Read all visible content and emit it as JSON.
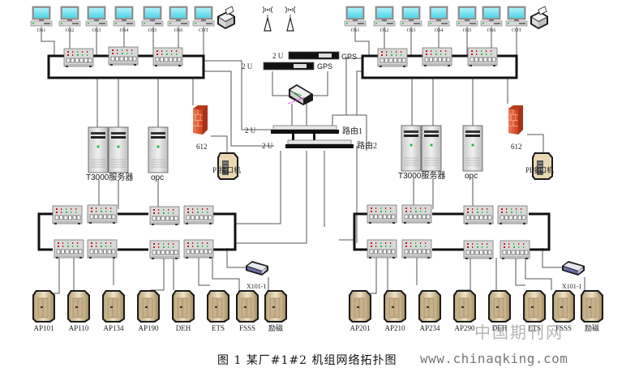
{
  "diagram": {
    "caption": "图 1 某厂#1#2 机组网络拓扑图",
    "watermark_url": "www.chinaqking.com",
    "watermark_cn": "中国期刊网",
    "center": {
      "gps_units": [
        {
          "rack_label": "2 U",
          "name": "GPS"
        },
        {
          "rack_label": "2 U",
          "name": "GPS"
        }
      ],
      "routers": [
        {
          "rack_label": "2 U",
          "name": "路由1"
        },
        {
          "rack_label": "2 U",
          "name": "路由2"
        }
      ],
      "antennas": 2,
      "center_switch": "hub"
    },
    "units": [
      {
        "id": "unit1",
        "workstations": [
          "OS1",
          "OS2",
          "OS3",
          "OS4",
          "OS5",
          "OS6",
          "COT"
        ],
        "printer": true,
        "top_ring_switches": 3,
        "servers": {
          "pair_label": "T3000服务器",
          "opc_label": "opc"
        },
        "firewall_label": "612",
        "pi_label": "PI接口机",
        "bottom_ring_switches": 8,
        "hub_label": "X101-1",
        "controllers": [
          "AP101",
          "AP110",
          "AP134",
          "AP190",
          "DEH",
          "ETS",
          "FSSS",
          "励磁"
        ]
      },
      {
        "id": "unit2",
        "workstations": [
          "OS1",
          "OS2",
          "OS3",
          "OS4",
          "OS5",
          "OS6",
          "COT"
        ],
        "printer": true,
        "top_ring_switches": 3,
        "servers": {
          "pair_label": "T3000服务器",
          "opc_label": "opc"
        },
        "firewall_label": "612",
        "pi_label": "PI接口机",
        "bottom_ring_switches": 8,
        "hub_label": "X101-1",
        "controllers": [
          "AP201",
          "AP210",
          "AP234",
          "AP290",
          "DEH",
          "ETS",
          "FSSS",
          "励磁"
        ]
      }
    ],
    "colors": {
      "ring": "#111111",
      "link": "#555555",
      "monitor_screen": "#7fe6f2",
      "firewall": "#e8603a",
      "controller": "#d9c7a2",
      "led_red": "#cc1111",
      "led_green": "#22bb44"
    }
  }
}
